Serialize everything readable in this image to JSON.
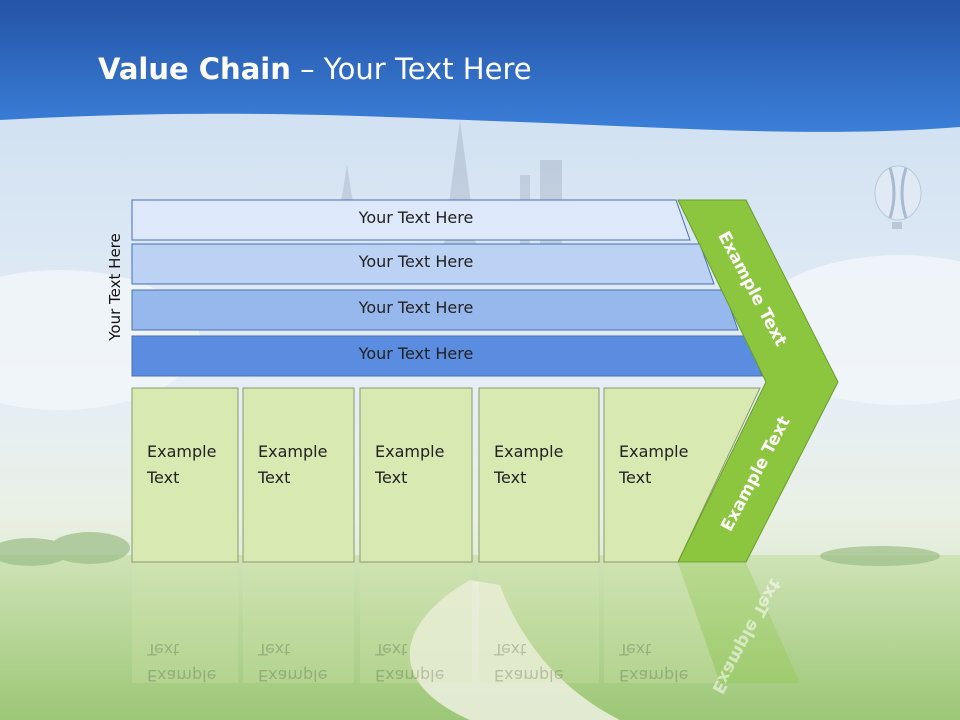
{
  "title": {
    "bold": "Value Chain",
    "rest": " – Your Text Here"
  },
  "side_label": "Your Text Here",
  "bars": [
    "Your Text Here",
    "Your Text Here",
    "Your Text Here",
    "Your Text Here"
  ],
  "bar_colors": [
    "#dde8fa",
    "#bcd2f4",
    "#97b8ec",
    "#5a8ce0"
  ],
  "cells": [
    {
      "line1": "Example",
      "line2": "Text"
    },
    {
      "line1": "Example",
      "line2": "Text"
    },
    {
      "line1": "Example",
      "line2": "Text"
    },
    {
      "line1": "Example",
      "line2": "Text"
    },
    {
      "line1": "Example",
      "line2": "Text"
    }
  ],
  "chevron": {
    "upper": "Example Text",
    "lower": "Example Text",
    "color": "#8cc63f"
  },
  "colors": {
    "header": "#2f6fcf",
    "cell_fill": "#d8e9b1",
    "cell_border": "#8a9b6a"
  }
}
